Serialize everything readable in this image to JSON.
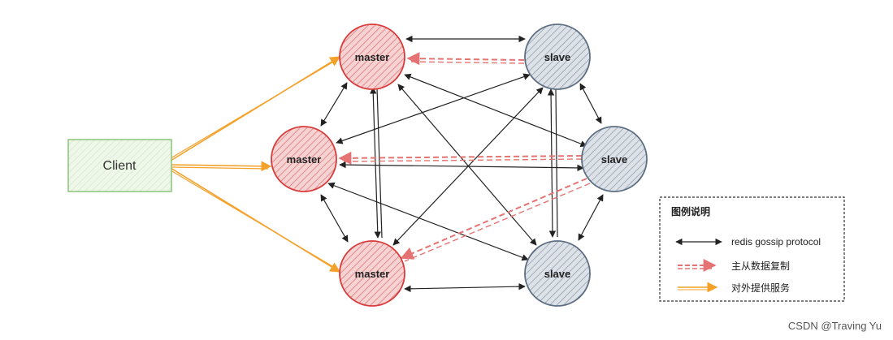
{
  "client": {
    "label": "Client"
  },
  "nodes": {
    "m1": {
      "label": "master",
      "role": "master"
    },
    "m2": {
      "label": "master",
      "role": "master"
    },
    "m3": {
      "label": "master",
      "role": "master"
    },
    "s1": {
      "label": "slave",
      "role": "slave"
    },
    "s2": {
      "label": "slave",
      "role": "slave"
    },
    "s3": {
      "label": "slave",
      "role": "slave"
    }
  },
  "legend": {
    "title": "图例说明",
    "items": [
      {
        "label": "redis gossip protocol",
        "style": "gossip"
      },
      {
        "label": "主从数据复制",
        "style": "replication"
      },
      {
        "label": "对外提供服务",
        "style": "service"
      }
    ]
  },
  "colors": {
    "master_fill": "#f3c7c7",
    "master_stroke": "#d93b3b",
    "slave_fill": "#d5dbe3",
    "slave_stroke": "#5e6f84",
    "client_fill": "#e6f4e1",
    "client_stroke": "#8cc47a",
    "gossip": "#222222",
    "replication": "#e57373",
    "service": "#f4a12a"
  },
  "watermark": "CSDN @Traving Yu"
}
